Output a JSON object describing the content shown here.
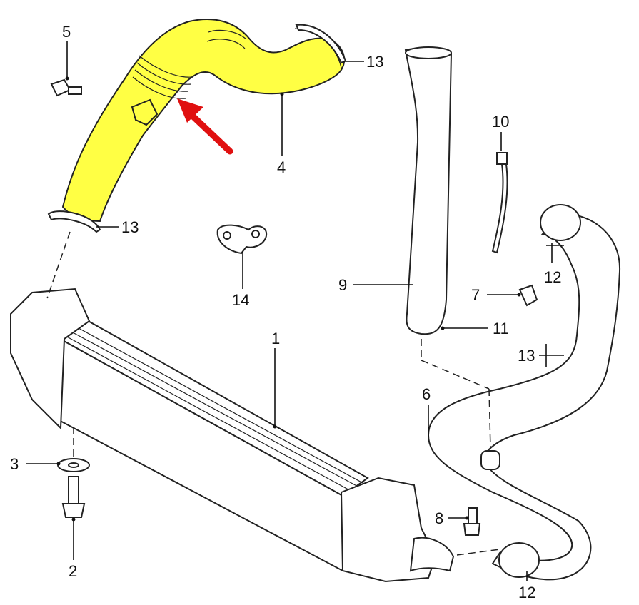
{
  "diagram": {
    "highlight_color": "#ffff44",
    "arrow_color": "#e01010",
    "callouts": {
      "c1": "1",
      "c2": "2",
      "c3": "3",
      "c4": "4",
      "c5": "5",
      "c6": "6",
      "c7": "7",
      "c8": "8",
      "c9": "9",
      "c10": "10",
      "c11": "11",
      "c12a": "12",
      "c12b": "12",
      "c13a": "13",
      "c13b": "13",
      "c13c": "13",
      "c14": "14"
    }
  }
}
